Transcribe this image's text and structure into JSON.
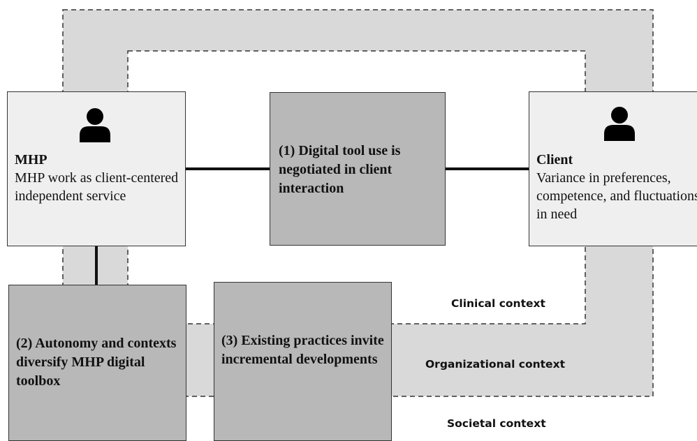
{
  "mhp": {
    "title": "MHP",
    "description": "MHP work as client-centered independent service",
    "icon": "person-icon"
  },
  "client": {
    "title": "Client",
    "description": "Variance in preferences, competence, and fluctuations in need",
    "icon": "person-icon"
  },
  "themes": {
    "theme1": "(1) Digital tool use is negotiated in client interaction",
    "theme2": "(2) Autonomy and contexts diversify MHP digital toolbox",
    "theme3": "(3) Existing practices invite incremental developments"
  },
  "contexts": {
    "clinical": "Clinical context",
    "organizational": "Organizational context",
    "societal": "Societal context"
  },
  "colors": {
    "light_box": "#efefef",
    "dark_box": "#b8b8b8",
    "band": "#d9d9d9",
    "border": "#333333"
  }
}
